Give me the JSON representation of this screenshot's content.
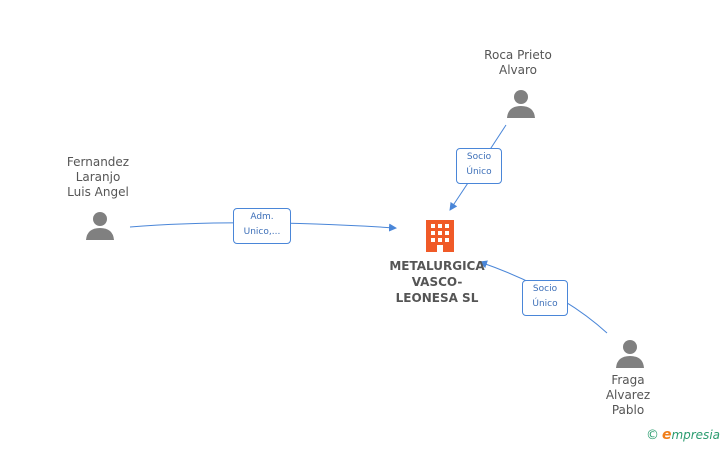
{
  "company": {
    "name": "METALURGICA\nVASCO-\nLEONESA SL",
    "icon": "building-icon",
    "color": "#f05a28"
  },
  "persons": [
    {
      "id": "roca",
      "name": "Roca Prieto\nAlvaro",
      "icon": "person-icon"
    },
    {
      "id": "fernandez",
      "name": "Fernandez\nLaranjo\nLuis Angel",
      "icon": "person-icon"
    },
    {
      "id": "fraga",
      "name": "Fraga\nAlvarez\nPablo",
      "icon": "person-icon"
    }
  ],
  "relations": [
    {
      "from": "roca",
      "label": "Socio\nÚnico"
    },
    {
      "from": "fernandez",
      "label": "Adm.\nUnico,..."
    },
    {
      "from": "fraga",
      "label": "Socio\nÚnico"
    }
  ],
  "colors": {
    "edge": "#4a86d8",
    "person": "#808080",
    "company": "#f05a28"
  },
  "brand": {
    "copyright": "©",
    "initial": "e",
    "rest": "mpresia"
  }
}
